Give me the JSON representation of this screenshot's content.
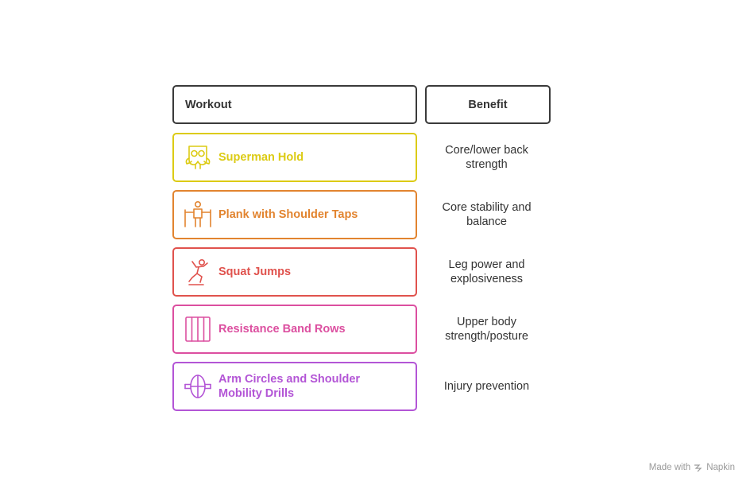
{
  "header": {
    "workout": "Workout",
    "benefit": "Benefit"
  },
  "rows": [
    {
      "workout": "Superman Hold",
      "benefit": "Core/lower back strength",
      "color": "#dccb14",
      "icon": "superhero-mask-icon"
    },
    {
      "workout": "Plank with Shoulder Taps",
      "benefit": "Core stability and balance",
      "color": "#e2842f",
      "icon": "person-balance-icon"
    },
    {
      "workout": "Squat Jumps",
      "benefit": "Leg power and explosiveness",
      "color": "#e0524d",
      "icon": "jumping-person-icon"
    },
    {
      "workout": "Resistance Band Rows",
      "benefit": "Upper body strength/posture",
      "color": "#dc4fa0",
      "icon": "resistance-band-icon"
    },
    {
      "workout": "Arm Circles and Shoulder Mobility Drills",
      "benefit": "Injury prevention",
      "color": "#b355d6",
      "icon": "ab-wheel-icon"
    }
  ],
  "footer": {
    "made_with": "Made with",
    "brand": "Napkin"
  }
}
